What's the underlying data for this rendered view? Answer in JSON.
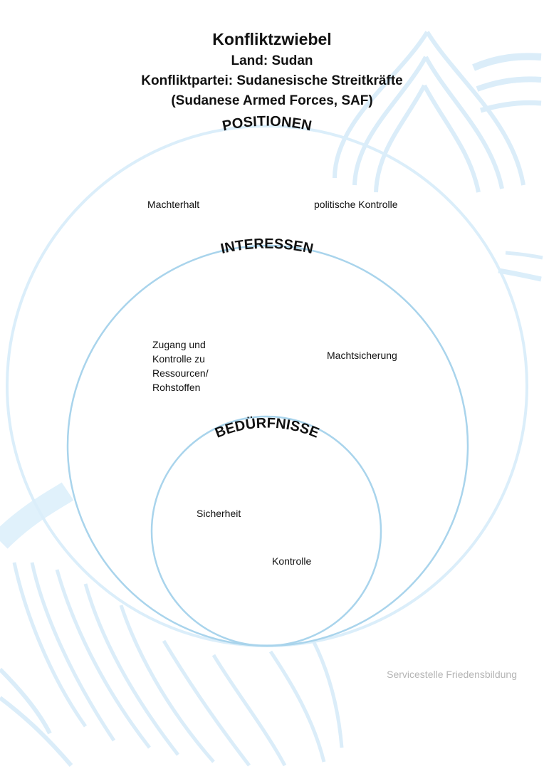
{
  "header": {
    "title": "Konfliktzwiebel",
    "country": "Land: Sudan",
    "party_line1": "Konfliktpartei: Sudanesische Streitkräfte",
    "party_line2": "(Sudanese Armed Forces, SAF)"
  },
  "rings": {
    "positions": {
      "label": "POSITIONEN",
      "items": [
        "Machterhalt",
        "politische Kontrolle"
      ]
    },
    "interests": {
      "label": "INTERESSEN",
      "items": [
        "Zugang und Kontrolle zu Ressourcen/ Rohstoffen",
        "Machtsicherung"
      ]
    },
    "needs": {
      "label": "BEDÜRFNISSE",
      "items": [
        "Sicherheit",
        "Kontrolle"
      ]
    }
  },
  "footer": {
    "credit": "Servicestelle Friedensbildung"
  },
  "colors": {
    "outer_ring": "#dbeefa",
    "inner_ring": "#a9d4ec",
    "background_onion": "#cfe8f8",
    "footer_text": "#b4b4b4"
  }
}
